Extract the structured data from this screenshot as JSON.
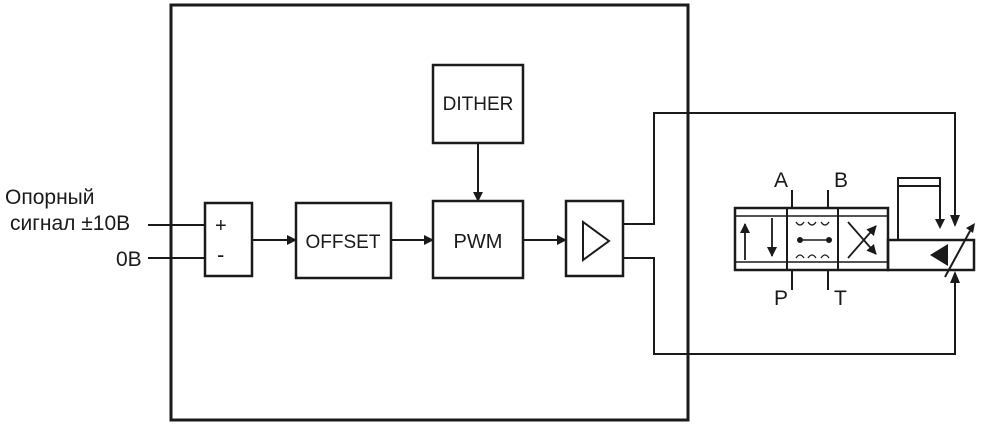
{
  "inputs": {
    "reference_line1": "Опорный",
    "reference_line2": "сигнал ±10В",
    "zero": "0В"
  },
  "summing_junction": {
    "plus": "+",
    "minus": "-"
  },
  "blocks": {
    "offset": "OFFSET",
    "pwm": "PWM",
    "dither": "DITHER"
  },
  "valve_ports": {
    "a": "A",
    "b": "B",
    "p": "P",
    "t": "T"
  },
  "colors": {
    "stroke": "#1a1a1a",
    "background": "#ffffff"
  }
}
